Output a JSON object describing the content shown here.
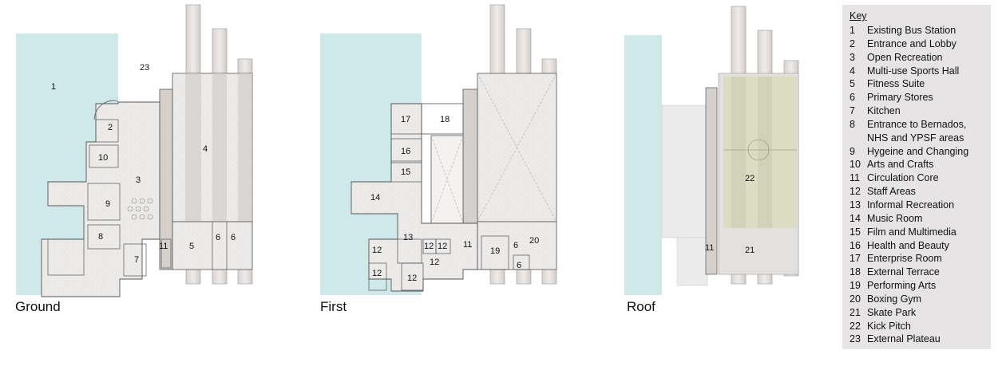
{
  "plans": [
    {
      "title": "Ground"
    },
    {
      "title": "First"
    },
    {
      "title": "Roof"
    }
  ],
  "ground_labels": {
    "r1": "1",
    "r2": "2",
    "r3": "3",
    "r4": "4",
    "r5": "5",
    "r6a": "6",
    "r6b": "6",
    "r7": "7",
    "r8": "8",
    "r9": "9",
    "r10": "10",
    "r11": "11",
    "r23": "23"
  },
  "first_labels": {
    "r11": "11",
    "r12a": "12",
    "r12b": "12",
    "r12c": "12",
    "r12d": "12",
    "r12e": "12",
    "r12f": "12",
    "r13": "13",
    "r14": "14",
    "r15": "15",
    "r16": "16",
    "r17": "17",
    "r18": "18",
    "r19": "19",
    "r20": "20",
    "r6a": "6",
    "r6b": "6"
  },
  "roof_labels": {
    "r11": "11",
    "r21": "21",
    "r22": "22"
  },
  "key": {
    "title": "Key",
    "items": [
      {
        "num": "1",
        "label": "Existing Bus Station"
      },
      {
        "num": "2",
        "label": "Entrance and Lobby"
      },
      {
        "num": "3",
        "label": "Open Recreation"
      },
      {
        "num": "4",
        "label": "Multi-use Sports Hall"
      },
      {
        "num": "5",
        "label": "Fitness Suite"
      },
      {
        "num": "6",
        "label": "Primary Stores"
      },
      {
        "num": "7",
        "label": "Kitchen"
      },
      {
        "num": "8",
        "label": "Entrance to Bernados,"
      },
      {
        "num": "",
        "label": "NHS and YPSF areas"
      },
      {
        "num": "9",
        "label": "Hygeine and Changing"
      },
      {
        "num": "10",
        "label": "Arts and Crafts"
      },
      {
        "num": "11",
        "label": "Circulation Core"
      },
      {
        "num": "12",
        "label": "Staff Areas"
      },
      {
        "num": "13",
        "label": "Informal Recreation"
      },
      {
        "num": "14",
        "label": "Music Room"
      },
      {
        "num": "15",
        "label": "Film and Multimedia"
      },
      {
        "num": "16",
        "label": "Health and Beauty"
      },
      {
        "num": "17",
        "label": "Enterprise Room"
      },
      {
        "num": "18",
        "label": "External Terrace"
      },
      {
        "num": "19",
        "label": "Performing Arts"
      },
      {
        "num": "20",
        "label": "Boxing Gym"
      },
      {
        "num": "21",
        "label": "Skate Park"
      },
      {
        "num": "22",
        "label": "Kick Pitch"
      },
      {
        "num": "23",
        "label": "External Plateau"
      }
    ]
  },
  "colors": {
    "water": "#cfe9ea",
    "floor": "#ecebea",
    "grey_strip": "#cfcac6",
    "pitch": "#d9dcbf",
    "wall": "#6b6b6b",
    "key_bg": "#e6e4e4"
  }
}
